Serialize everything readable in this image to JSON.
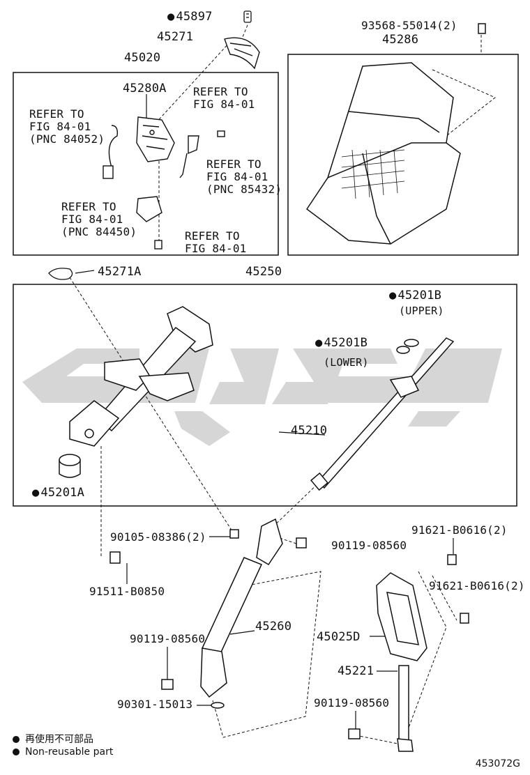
{
  "labels": {
    "p45897": "45897",
    "p45271": "45271",
    "p45020": "45020",
    "p45280A": "45280A",
    "p93568": "93568-55014(2)",
    "p45286": "45286",
    "ref1": [
      "REFER TO",
      "FIG 84-01"
    ],
    "ref2": [
      "REFER TO",
      "FIG 84-01",
      "(PNC 84052)"
    ],
    "ref3": [
      "REFER TO",
      "FIG 84-01",
      "(PNC 85432)"
    ],
    "ref4": [
      "REFER TO",
      "FIG 84-01",
      "(PNC 84450)"
    ],
    "ref5": [
      "REFER TO",
      "FIG 84-01"
    ],
    "p45271A": "45271A",
    "p45250": "45250",
    "p45201B_upper": "45201B",
    "upper": "(UPPER)",
    "p45201B_lower": "45201B",
    "lower": "(LOWER)",
    "p45210": "45210",
    "p45201A": "45201A",
    "p90105": "90105-08386(2)",
    "p90119a": "90119-08560",
    "p91621a": "91621-B0616(2)",
    "p91511": "91511-B0850",
    "p91621b": "91621-B0616(2)",
    "p45260": "45260",
    "p90119b": "90119-08560",
    "p45025D": "45025D",
    "p45221": "45221",
    "p90301": "90301-15013",
    "p90119c": "90119-08560"
  },
  "legend": {
    "line1": "再使用不可部品",
    "line2": "Non-reusable part"
  },
  "figure_code": "453072G",
  "colors": {
    "ink": "#111111",
    "watermark": "#d7d7d7"
  }
}
